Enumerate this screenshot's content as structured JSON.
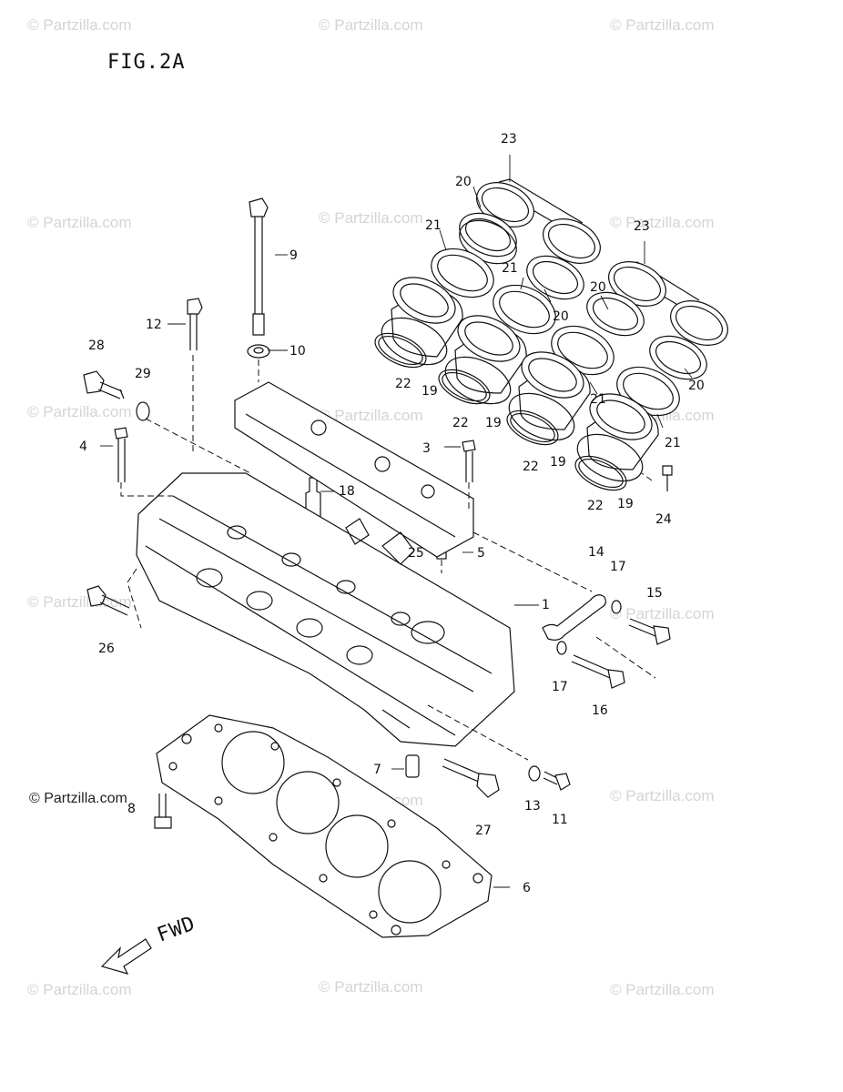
{
  "title": "FIG.2A",
  "direction_label": "FWD",
  "watermark": "© Partzilla.com",
  "corner_watermark": "© Partzilla.com",
  "callouts": {
    "c1": "1",
    "c3": "3",
    "c4": "4",
    "c5": "5",
    "c6": "6",
    "c7": "7",
    "c8": "8",
    "c9": "9",
    "c10": "10",
    "c11": "11",
    "c12": "12",
    "c13": "13",
    "c14": "14",
    "c15": "15",
    "c16": "16",
    "c17a": "17",
    "c17b": "17",
    "c18": "18",
    "c19a": "19",
    "c19b": "19",
    "c19c": "19",
    "c19d": "19",
    "c20a": "20",
    "c20b": "20",
    "c20c": "20",
    "c20d": "20",
    "c21a": "21",
    "c21b": "21",
    "c21c": "21",
    "c21d": "21",
    "c22a": "22",
    "c22b": "22",
    "c22c": "22",
    "c22d": "22",
    "c23a": "23",
    "c23b": "23",
    "c24": "24",
    "c25": "25",
    "c26": "26",
    "c27": "27",
    "c28": "28",
    "c29": "29"
  }
}
